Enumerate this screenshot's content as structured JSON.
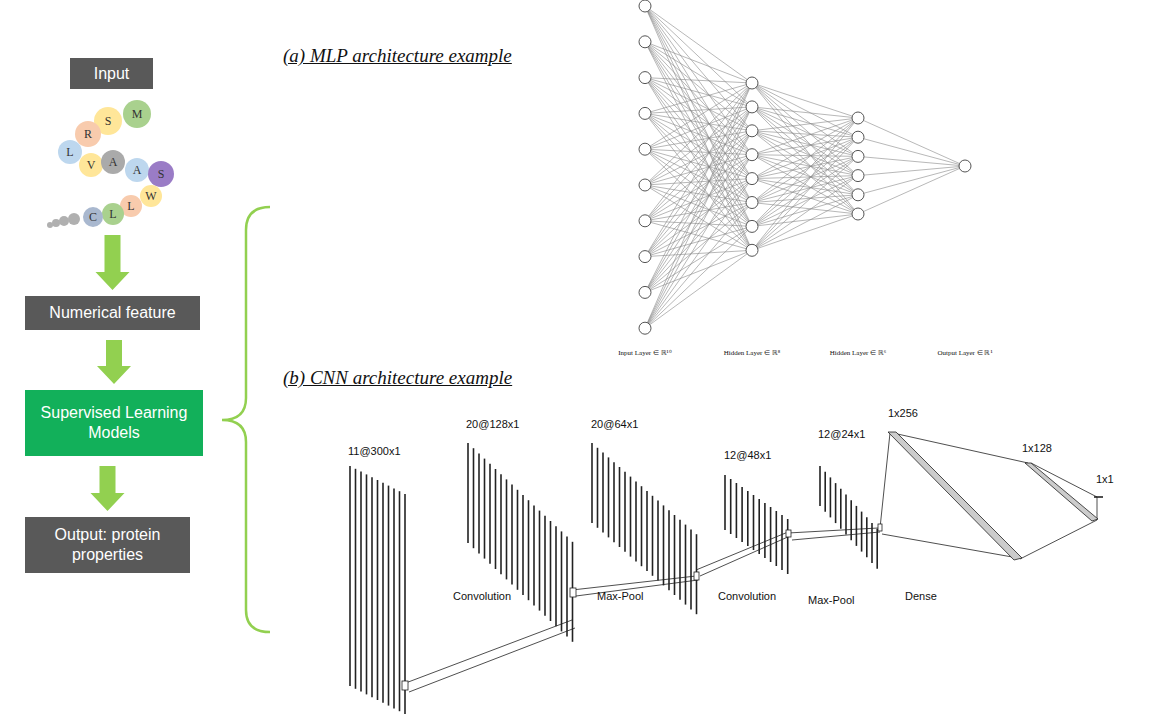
{
  "diagram": {
    "nodes": [
      {
        "text": [
          "Input"
        ]
      },
      {
        "text": [
          "M"
        ]
      },
      {
        "text": [
          "S"
        ]
      },
      {
        "text": [
          "R"
        ]
      },
      {
        "text": [
          "L"
        ]
      },
      {
        "text": [
          "V"
        ]
      },
      {
        "text": [
          "A"
        ]
      },
      {
        "text": [
          "A"
        ]
      },
      {
        "text": [
          "S"
        ]
      },
      {
        "text": [
          "W"
        ]
      },
      {
        "text": [
          "L"
        ]
      },
      {
        "text": [
          "L"
        ]
      },
      {
        "text": [
          "C"
        ]
      },
      {
        "text": [
          "Numerical feature"
        ]
      },
      {
        "text": [
          "Supervised Learning Models"
        ]
      },
      {
        "text": [
          "Output: protein properties"
        ]
      }
    ],
    "edges": [
      {
        "from": 11,
        "to": 13,
        "arrow": "to"
      },
      {
        "from": 13,
        "to": 14,
        "arrow": "to"
      },
      {
        "from": 14,
        "to": 15,
        "arrow": "to"
      }
    ],
    "labels": [
      "(a) MLP architecture example",
      "Input Layer ∈ ℝ¹⁰",
      "Hidden Layer ∈ ℝ⁸",
      "Hidden Layer ∈ ℝ⁶",
      "Output Layer ∈ ℝ¹",
      "(b) CNN architecture example",
      "11@300x1",
      "20@128x1",
      "20@64x1",
      "12@48x1",
      "12@24x1",
      "1x256",
      "1x128",
      "1x1",
      "Convolution",
      "Max-Pool",
      "Convolution",
      "Max-Pool",
      "Dense"
    ]
  }
}
